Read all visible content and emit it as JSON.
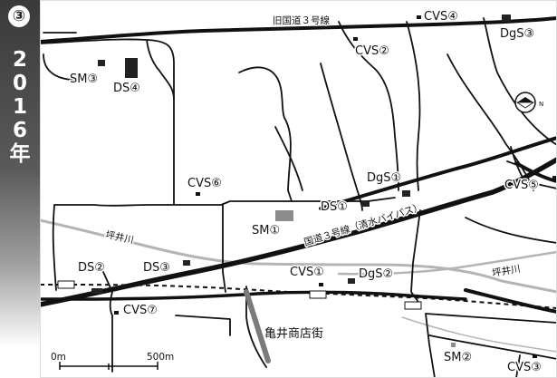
{
  "panel": {
    "number_badge": "③",
    "year_chars": [
      "2",
      "0",
      "1",
      "6",
      "年"
    ]
  },
  "roads": {
    "old_route3": "旧国道３号線",
    "route3_bypass": "国道３号線（清水バイパス）"
  },
  "rivers": {
    "tsuboi_left": "坪井川",
    "tsuboi_right": "坪井川"
  },
  "shopping_street": "亀井商店街",
  "stores": {
    "cvs1": "CVS①",
    "cvs2": "CVS②",
    "cvs3": "CVS③",
    "cvs4": "CVS④",
    "cvs5": "CVS⑤",
    "cvs6": "CVS⑥",
    "cvs7": "CVS⑦",
    "dgs1": "DgS①",
    "dgs2": "DgS②",
    "dgs3": "DgS③",
    "ds1": "DS①",
    "ds2": "DS②",
    "ds3": "DS③",
    "ds4": "DS④",
    "sm1": "SM①",
    "sm2": "SM②",
    "sm3": "SM③"
  },
  "scale": {
    "zero": "0m",
    "max": "500m"
  },
  "compass": {
    "north": "N"
  },
  "colors": {
    "sidebar": "#4a4a4a",
    "river": "#b4b4b4",
    "sm_marker": "#8c8c8c"
  }
}
